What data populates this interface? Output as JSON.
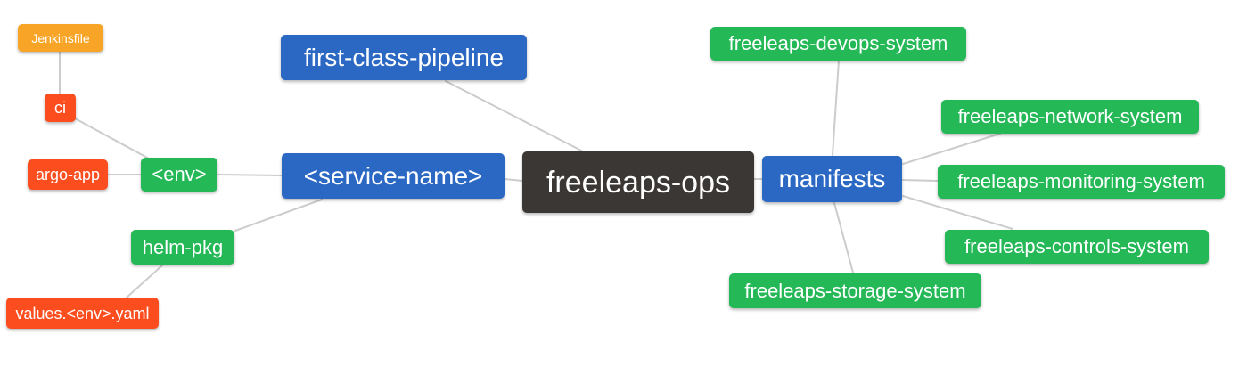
{
  "diagram": {
    "type": "mindmap",
    "root_label": "freeleaps-ops",
    "colors": {
      "root_node": "#3b3734",
      "branch_node": "#2a68c4",
      "leaf_node": "#24b857",
      "deep_leaf_node": "#fb4d1e",
      "deepest_leaf_node": "#f8a527",
      "connector_line": "#cccccc",
      "node_text": "#ffffff",
      "background": "#ffffff"
    },
    "nodes": [
      {
        "id": "freeleaps-ops",
        "label": "freeleaps-ops",
        "level": 0,
        "color": "#3b3734"
      },
      {
        "id": "first-class-pipeline",
        "label": "first-class-pipeline",
        "level": 1,
        "color": "#2a68c4"
      },
      {
        "id": "service-name",
        "label": "<service-name>",
        "level": 1,
        "color": "#2a68c4"
      },
      {
        "id": "manifests",
        "label": "manifests",
        "level": 1,
        "color": "#2a68c4"
      },
      {
        "id": "env",
        "label": "<env>",
        "level": 2,
        "color": "#24b857"
      },
      {
        "id": "helm-pkg",
        "label": "helm-pkg",
        "level": 2,
        "color": "#24b857"
      },
      {
        "id": "devops-system",
        "label": "freeleaps-devops-system",
        "level": 2,
        "color": "#24b857"
      },
      {
        "id": "network-system",
        "label": "freeleaps-network-system",
        "level": 2,
        "color": "#24b857"
      },
      {
        "id": "monitoring-system",
        "label": "freeleaps-monitoring-system",
        "level": 2,
        "color": "#24b857"
      },
      {
        "id": "controls-system",
        "label": "freeleaps-controls-system",
        "level": 2,
        "color": "#24b857"
      },
      {
        "id": "storage-system",
        "label": "freeleaps-storage-system",
        "level": 2,
        "color": "#24b857"
      },
      {
        "id": "ci",
        "label": "ci",
        "level": 3,
        "color": "#fb4d1e"
      },
      {
        "id": "argo-app",
        "label": "argo-app",
        "level": 3,
        "color": "#fb4d1e"
      },
      {
        "id": "values-env-yaml",
        "label": "values.<env>.yaml",
        "level": 3,
        "color": "#fb4d1e"
      },
      {
        "id": "jenkinsfile",
        "label": "Jenkinsfile",
        "level": 4,
        "color": "#f8a527"
      }
    ],
    "edges": [
      {
        "from": "jenkinsfile",
        "to": "ci"
      },
      {
        "from": "ci",
        "to": "env"
      },
      {
        "from": "argo-app",
        "to": "env"
      },
      {
        "from": "env",
        "to": "service-name"
      },
      {
        "from": "helm-pkg",
        "to": "service-name"
      },
      {
        "from": "values-env-yaml",
        "to": "helm-pkg"
      },
      {
        "from": "service-name",
        "to": "freeleaps-ops"
      },
      {
        "from": "first-class-pipeline",
        "to": "freeleaps-ops"
      },
      {
        "from": "freeleaps-ops",
        "to": "manifests"
      },
      {
        "from": "manifests",
        "to": "devops-system"
      },
      {
        "from": "manifests",
        "to": "network-system"
      },
      {
        "from": "manifests",
        "to": "monitoring-system"
      },
      {
        "from": "manifests",
        "to": "controls-system"
      },
      {
        "from": "manifests",
        "to": "storage-system"
      }
    ]
  }
}
